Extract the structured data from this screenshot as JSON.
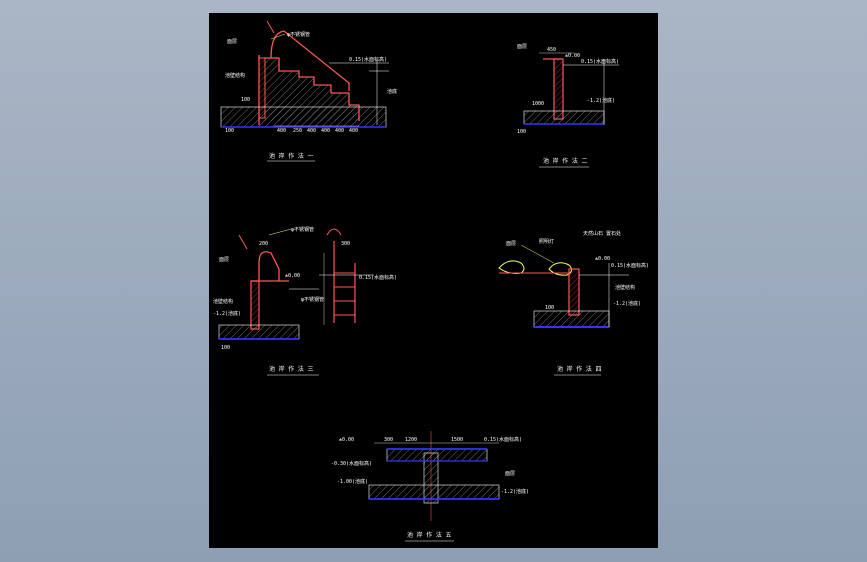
{
  "drawing": {
    "colors": {
      "background": "#000000",
      "wall": "#ff5555",
      "base": "#3333ff",
      "dim": "#ffffff",
      "leader": "#ffff66",
      "hatch": "#888888",
      "axis": "#ff4444"
    },
    "details": [
      {
        "id": "detail-1",
        "caption": "池 岸 作 法 一",
        "labels": {
          "finish": "面层",
          "rail": "φ不锈钢管",
          "elev": "0.15(水面标高)",
          "wall": "池壁结构",
          "pit": "池底",
          "base": "100"
        },
        "dims": [
          "100",
          "400",
          "250",
          "400",
          "400",
          "400",
          "400"
        ]
      },
      {
        "id": "detail-2",
        "caption": "池 岸 作 法 二",
        "labels": {
          "elev_top": "±0.00",
          "elev_water": "0.15(水面标高)",
          "depth": "-1.2(池底)",
          "side": "面层",
          "base": "100",
          "width": "450",
          "bottom": "1000"
        }
      },
      {
        "id": "detail-3",
        "caption": "池 岸 作 法 三",
        "labels": {
          "rail": "φ不锈钢管",
          "ladder": "φ不锈钢管",
          "elev_top": "±0.00",
          "elev_water": "0.15(水面标高)",
          "depth": "-1.2(池底)",
          "wall": "池壁结构",
          "finish": "面层",
          "w1": "200",
          "w2": "300",
          "base": "100"
        }
      },
      {
        "id": "detail-4",
        "caption": "池 岸 作 法 四",
        "labels": {
          "stone": "天然山石 置石处",
          "lamp": "照明灯",
          "elev_top": "±0.00",
          "elev_water": "0.15(水面标高)",
          "depth": "-1.2(池底)",
          "finish": "面层",
          "wall": "池壁结构",
          "base": "100"
        }
      },
      {
        "id": "detail-5",
        "caption": "池 岸 作 法 五",
        "labels": {
          "elev_top": "±0.00",
          "elev_water": "0.15(水面标高)",
          "left_elev": "-0.30(水面标高)",
          "left_depth": "-1.00(池底)",
          "right_depth": "-1.2(池底)",
          "finish": "面层",
          "w1": "300",
          "w2": "1200",
          "w3": "1500"
        }
      }
    ]
  }
}
